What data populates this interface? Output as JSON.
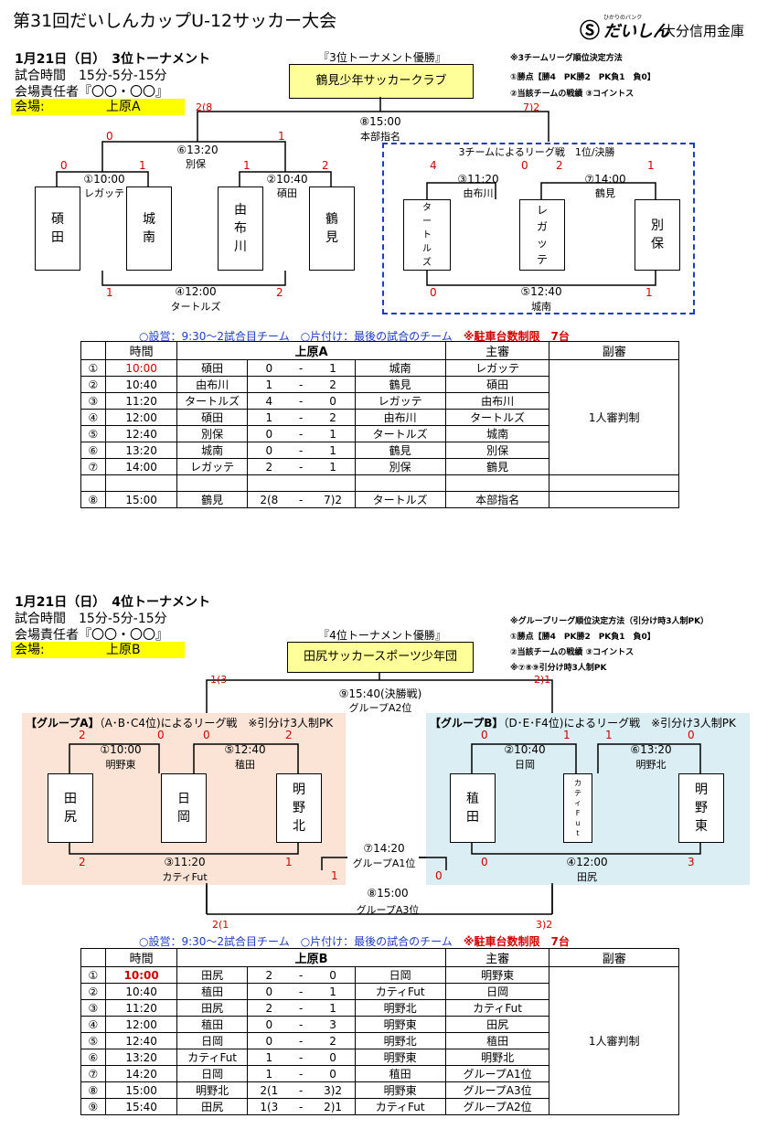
{
  "title": "第31回だいしんカップU-12サッカー大会",
  "logo": {
    "mark": "Ⓢ",
    "small": "ひかりのバンク",
    "brand": "だいしん",
    "bank": "大分信用金庫"
  },
  "t3": {
    "date": "1月21日（日）　3位トーナメント",
    "time": "試合時間　15分-5分-15分",
    "manager": "会場責任者『〇〇・〇〇』",
    "venue_label": "会場:",
    "venue_name": "上原A",
    "champ_caption": "『3位トーナメント優勝』",
    "champ": "鶴見少年サッカークラブ",
    "notes": [
      "※3チームリーグ順位決定方法",
      "①勝点【勝4　PK勝2　PK負1　負0】",
      "②当該チームの戦績 ③コイントス"
    ],
    "final": {
      "time": "⑧15:00",
      "ref": "本部指名",
      "left": "2(8",
      "right": "7)2"
    },
    "semi": {
      "time": "⑥13:20",
      "ref": "別保",
      "left": "0",
      "right": "1"
    },
    "m1": {
      "time": "①10:00",
      "ref": "レガッテ",
      "left": "0",
      "right": "1"
    },
    "m2": {
      "time": "②10:40",
      "ref": "碩田",
      "left": "1",
      "right": "2"
    },
    "m4": {
      "time": "④12:00",
      "ref": "タートルズ",
      "left": "1",
      "right": "2"
    },
    "league": {
      "title": "3チームによるリーグ戦　1位/決勝",
      "m3": {
        "time": "③11:20",
        "ref": "由布川",
        "left": "4",
        "right": "0"
      },
      "m7": {
        "time": "⑦14:00",
        "ref": "鶴見",
        "left": "2",
        "right": "1"
      },
      "m5": {
        "time": "⑤12:40",
        "ref": "城南",
        "left": "0",
        "right": "1"
      }
    },
    "teams": {
      "sekida": [
        "碩",
        "田"
      ],
      "jonan": [
        "城",
        "南"
      ],
      "yufugawa": [
        "由",
        "布",
        "川"
      ],
      "tsurumi": [
        "鶴",
        "見"
      ],
      "turtles": [
        "タ",
        "ー",
        "ト",
        "ル",
        "ズ"
      ],
      "regatte": [
        "レ",
        "ガ",
        "ッ",
        "テ"
      ],
      "beppo": [
        "別",
        "保"
      ]
    },
    "notice": {
      "a": "○設営：9:30～2試合目チーム　○片付け：最後の試合のチーム　",
      "b": "※駐車台数制限　7台"
    },
    "table": {
      "headers": {
        "time": "時間",
        "venue": "上原A",
        "ref": "主審",
        "sub": "副審"
      },
      "sub_value": "1人審判制",
      "rows": [
        {
          "no": "①",
          "time": "10:00",
          "home": "碩田",
          "hs": "0",
          "sep": "-",
          "as": "1",
          "away": "城南",
          "ref": "レガッテ"
        },
        {
          "no": "②",
          "time": "10:40",
          "home": "由布川",
          "hs": "1",
          "sep": "-",
          "as": "2",
          "away": "鶴見",
          "ref": "碩田"
        },
        {
          "no": "③",
          "time": "11:20",
          "home": "タートルズ",
          "hs": "4",
          "sep": "-",
          "as": "0",
          "away": "レガッテ",
          "ref": "由布川"
        },
        {
          "no": "④",
          "time": "12:00",
          "home": "碩田",
          "hs": "1",
          "sep": "-",
          "as": "2",
          "away": "由布川",
          "ref": "タートルズ"
        },
        {
          "no": "⑤",
          "time": "12:40",
          "home": "別保",
          "hs": "0",
          "sep": "-",
          "as": "1",
          "away": "タートルズ",
          "ref": "城南"
        },
        {
          "no": "⑥",
          "time": "13:20",
          "home": "城南",
          "hs": "0",
          "sep": "-",
          "as": "1",
          "away": "鶴見",
          "ref": "別保"
        },
        {
          "no": "⑦",
          "time": "14:00",
          "home": "レガッテ",
          "hs": "2",
          "sep": "-",
          "as": "1",
          "away": "別保",
          "ref": "鶴見"
        },
        {
          "no": "",
          "time": "",
          "home": "",
          "hs": "",
          "sep": "",
          "as": "",
          "away": "",
          "ref": ""
        },
        {
          "no": "⑧",
          "time": "15:00",
          "home": "鶴見",
          "hs": "2(8",
          "sep": "-",
          "as": "7)2",
          "away": "タートルズ",
          "ref": "本部指名"
        }
      ]
    }
  },
  "t4": {
    "date": "1月21日（日）　4位トーナメント",
    "time": "試合時間　15分-5分-15分",
    "manager": "会場責任者『〇〇・〇〇』",
    "venue_label": "会場:",
    "venue_name": "上原B",
    "champ_caption": "『4位トーナメント優勝』",
    "champ": "田尻サッカースポーツ少年団",
    "notes": [
      "※グループリーグ順位決定方法（引分け時3人制PK）",
      "①勝点【勝4　PK勝2　PK負1　負0】",
      "②当該チームの戦績 ③コイントス",
      "※⑦⑧⑨引分け時3人制PK"
    ],
    "final": {
      "time": "⑨15:40(決勝戦)",
      "ref": "グループA2位",
      "left": "1(3",
      "right": "2)1"
    },
    "m7": {
      "time": "⑦14:20",
      "ref": "グループA1位",
      "left": "1",
      "right": "0"
    },
    "m8": {
      "time": "⑧15:00",
      "ref": "グループA3位",
      "left": "2(1",
      "right": "3)2"
    },
    "groupA": {
      "title_b": "【グループA】",
      "title": "（A･B･C4位)によるリーグ戦　※引分け3人制PK",
      "m1": {
        "time": "①10:00",
        "ref": "明野東",
        "left": "2",
        "right": "0"
      },
      "m5": {
        "time": "⑤12:40",
        "ref": "稙田",
        "left": "0",
        "right": "2"
      },
      "m3": {
        "time": "③11:20",
        "ref": "カティFut",
        "left": "2",
        "right": "1"
      }
    },
    "groupB": {
      "title_b": "【グループB】",
      "title": "（D･E･F4位)によるリーグ戦　※引分け3人制PK",
      "m2": {
        "time": "②10:40",
        "ref": "日岡",
        "left": "0",
        "right": "1"
      },
      "m6": {
        "time": "⑥13:20",
        "ref": "明野北",
        "left": "1",
        "right": "0"
      },
      "m4": {
        "time": "④12:00",
        "ref": "田尻",
        "left": "0",
        "right": "3"
      }
    },
    "teams": {
      "tajiri": [
        "田",
        "尻"
      ],
      "hioka": [
        "日",
        "岡"
      ],
      "akenokita": [
        "明",
        "野",
        "北"
      ],
      "wasada": [
        "稙",
        "田"
      ],
      "katy": [
        "カ",
        "テ",
        "ィ",
        "F",
        "u",
        "t"
      ],
      "akenohigashi": [
        "明",
        "野",
        "東"
      ]
    },
    "notice": {
      "a": "○設営：9:30～2試合目チーム　○片付け：最後の試合のチーム　",
      "b": "※駐車台数制限　7台"
    },
    "table": {
      "headers": {
        "time": "時間",
        "venue": "上原B",
        "ref": "主審",
        "sub": "副審"
      },
      "sub_value": "1人審判制",
      "rows": [
        {
          "no": "①",
          "time": "10:00",
          "home": "田尻",
          "hs": "2",
          "sep": "-",
          "as": "0",
          "away": "日岡",
          "ref": "明野東"
        },
        {
          "no": "②",
          "time": "10:40",
          "home": "稙田",
          "hs": "0",
          "sep": "-",
          "as": "1",
          "away": "カティFut",
          "ref": "日岡"
        },
        {
          "no": "③",
          "time": "11:20",
          "home": "田尻",
          "hs": "2",
          "sep": "-",
          "as": "1",
          "away": "明野北",
          "ref": "カティFut"
        },
        {
          "no": "④",
          "time": "12:00",
          "home": "稙田",
          "hs": "0",
          "sep": "-",
          "as": "3",
          "away": "明野東",
          "ref": "田尻"
        },
        {
          "no": "⑤",
          "time": "12:40",
          "home": "日岡",
          "hs": "0",
          "sep": "-",
          "as": "2",
          "away": "明野北",
          "ref": "稙田"
        },
        {
          "no": "⑥",
          "time": "13:20",
          "home": "カティFut",
          "hs": "1",
          "sep": "-",
          "as": "0",
          "away": "明野東",
          "ref": "明野北"
        },
        {
          "no": "⑦",
          "time": "14:20",
          "home": "日岡",
          "hs": "1",
          "sep": "-",
          "as": "0",
          "away": "稙田",
          "ref": "グループA1位"
        },
        {
          "no": "⑧",
          "time": "15:00",
          "home": "明野北",
          "hs": "2(1",
          "sep": "-",
          "as": "3)2",
          "away": "明野東",
          "ref": "グループA3位"
        },
        {
          "no": "⑨",
          "time": "15:40",
          "home": "田尻",
          "hs": "1(3",
          "sep": "-",
          "as": "2)1",
          "away": "カティFut",
          "ref": "グループA2位"
        }
      ]
    }
  }
}
